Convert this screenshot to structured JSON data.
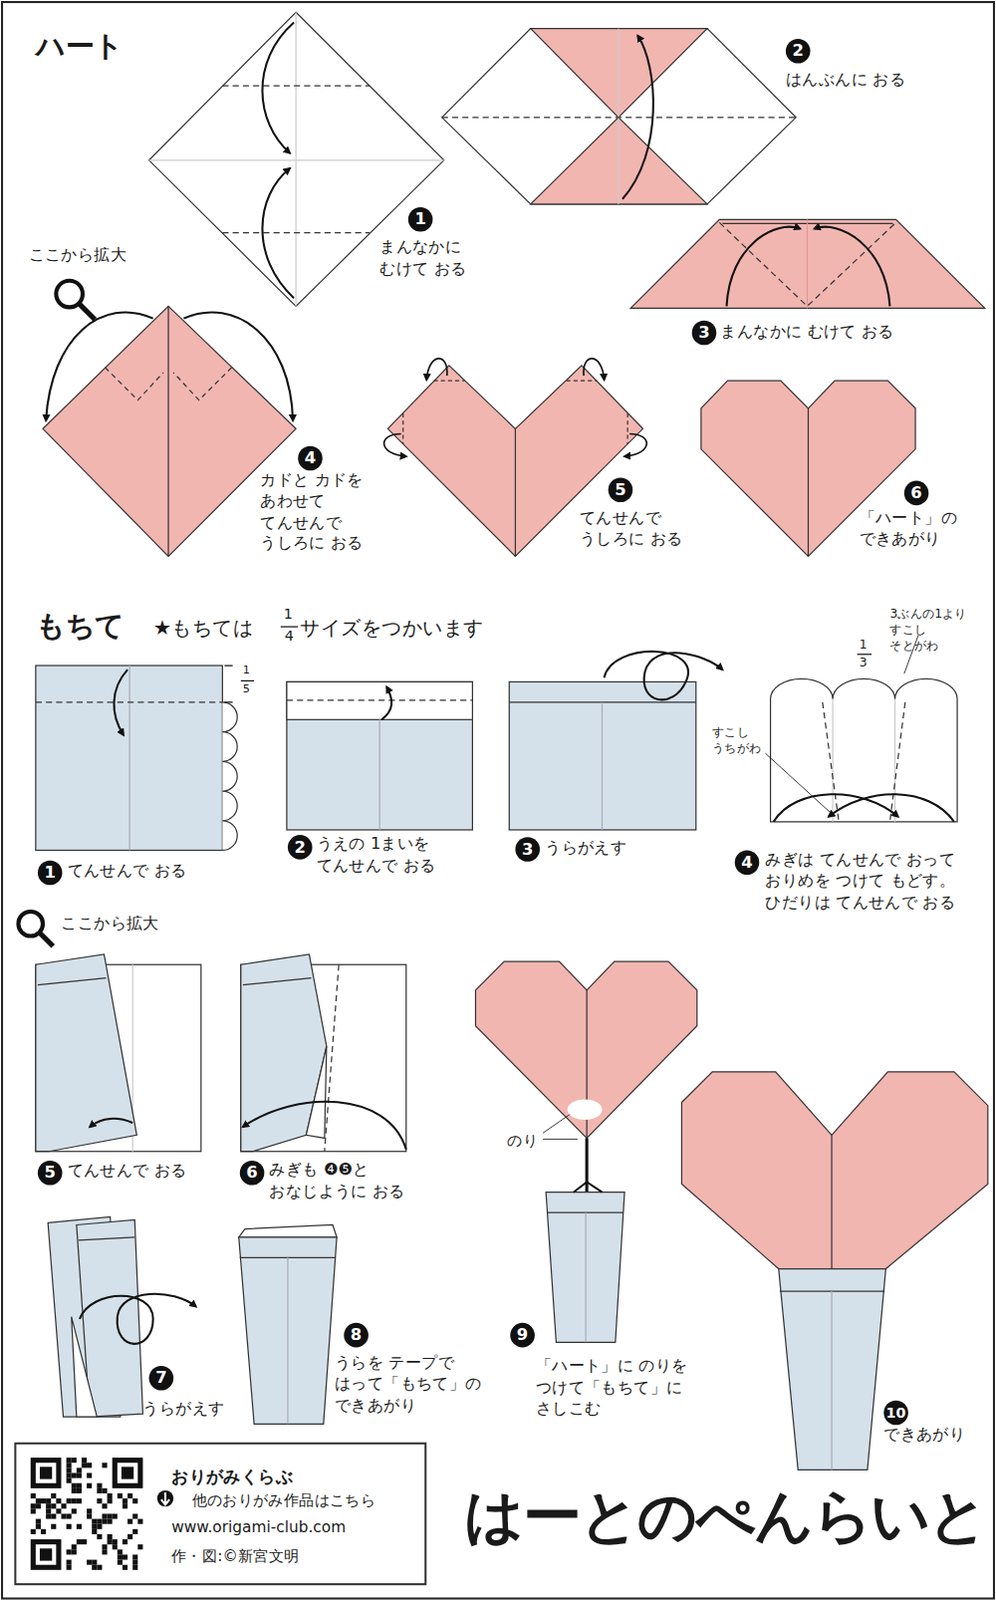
{
  "diagram": {
    "title": "はーとのぺんらいと",
    "nodes": [
      {
        "text": [
          "おりがみくらぶ",
          "他のおりがみ作品はこちら",
          "www.origami-club.com",
          "作・図:©新宮文明"
        ]
      }
    ],
    "labels": [
      "ハート",
      "1",
      "まんなかに むけて おる",
      "2",
      "はんぶんに おる",
      "3",
      "まんなかに むけて おる",
      "ここから拡大",
      "4",
      "カドと カドを あわせて てんせんで うしろに おる",
      "5",
      "てんせんで うしろに おる",
      "6",
      "「ハート」の できあがり",
      "もちて",
      "★もちては",
      "1",
      "4",
      "サイズをつかいます",
      "1",
      "5",
      "1",
      "てんせんで おる",
      "2",
      "うえの 1まいを てんせんで おる",
      "3",
      "うらがえす",
      "1",
      "3",
      "3ぶんの1より すこし そとがわ",
      "すこし うちがわ",
      "4",
      "みぎは てんせんで おって おりめを つけて もどす。 ひだりは てんせんで おる",
      "ここから拡大",
      "5",
      "てんせんで おる",
      "6",
      "みぎも ❹❺と おなじように おる",
      "7",
      "うらがえす",
      "8",
      "うらを テープで はって「もちて」の できあがり",
      "のり",
      "9",
      "「ハート」に のりを つけて「もちて」に さしこむ",
      "10",
      "できあがり"
    ]
  }
}
